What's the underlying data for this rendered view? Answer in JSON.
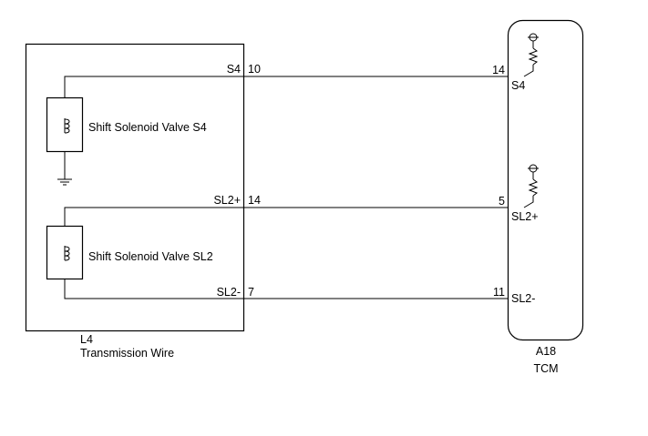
{
  "transmission_wire": {
    "connector": "L4",
    "name": "Transmission Wire",
    "valve_s4": "Shift Solenoid Valve S4",
    "valve_sl2": "Shift Solenoid Valve SL2",
    "pins": [
      {
        "signal": "S4",
        "pin": "10"
      },
      {
        "signal": "SL2+",
        "pin": "14"
      },
      {
        "signal": "SL2-",
        "pin": "7"
      }
    ]
  },
  "tcm": {
    "connector": "A18",
    "name": "TCM",
    "pins": [
      {
        "signal": "S4",
        "pin": "14"
      },
      {
        "signal": "SL2+",
        "pin": "5"
      },
      {
        "signal": "SL2-",
        "pin": "11"
      }
    ]
  },
  "colors": {
    "line": "#000000",
    "background": "#ffffff"
  },
  "icons": [
    "solenoid-coil-icon",
    "ground-icon",
    "pull-up-resistor-icon"
  ]
}
